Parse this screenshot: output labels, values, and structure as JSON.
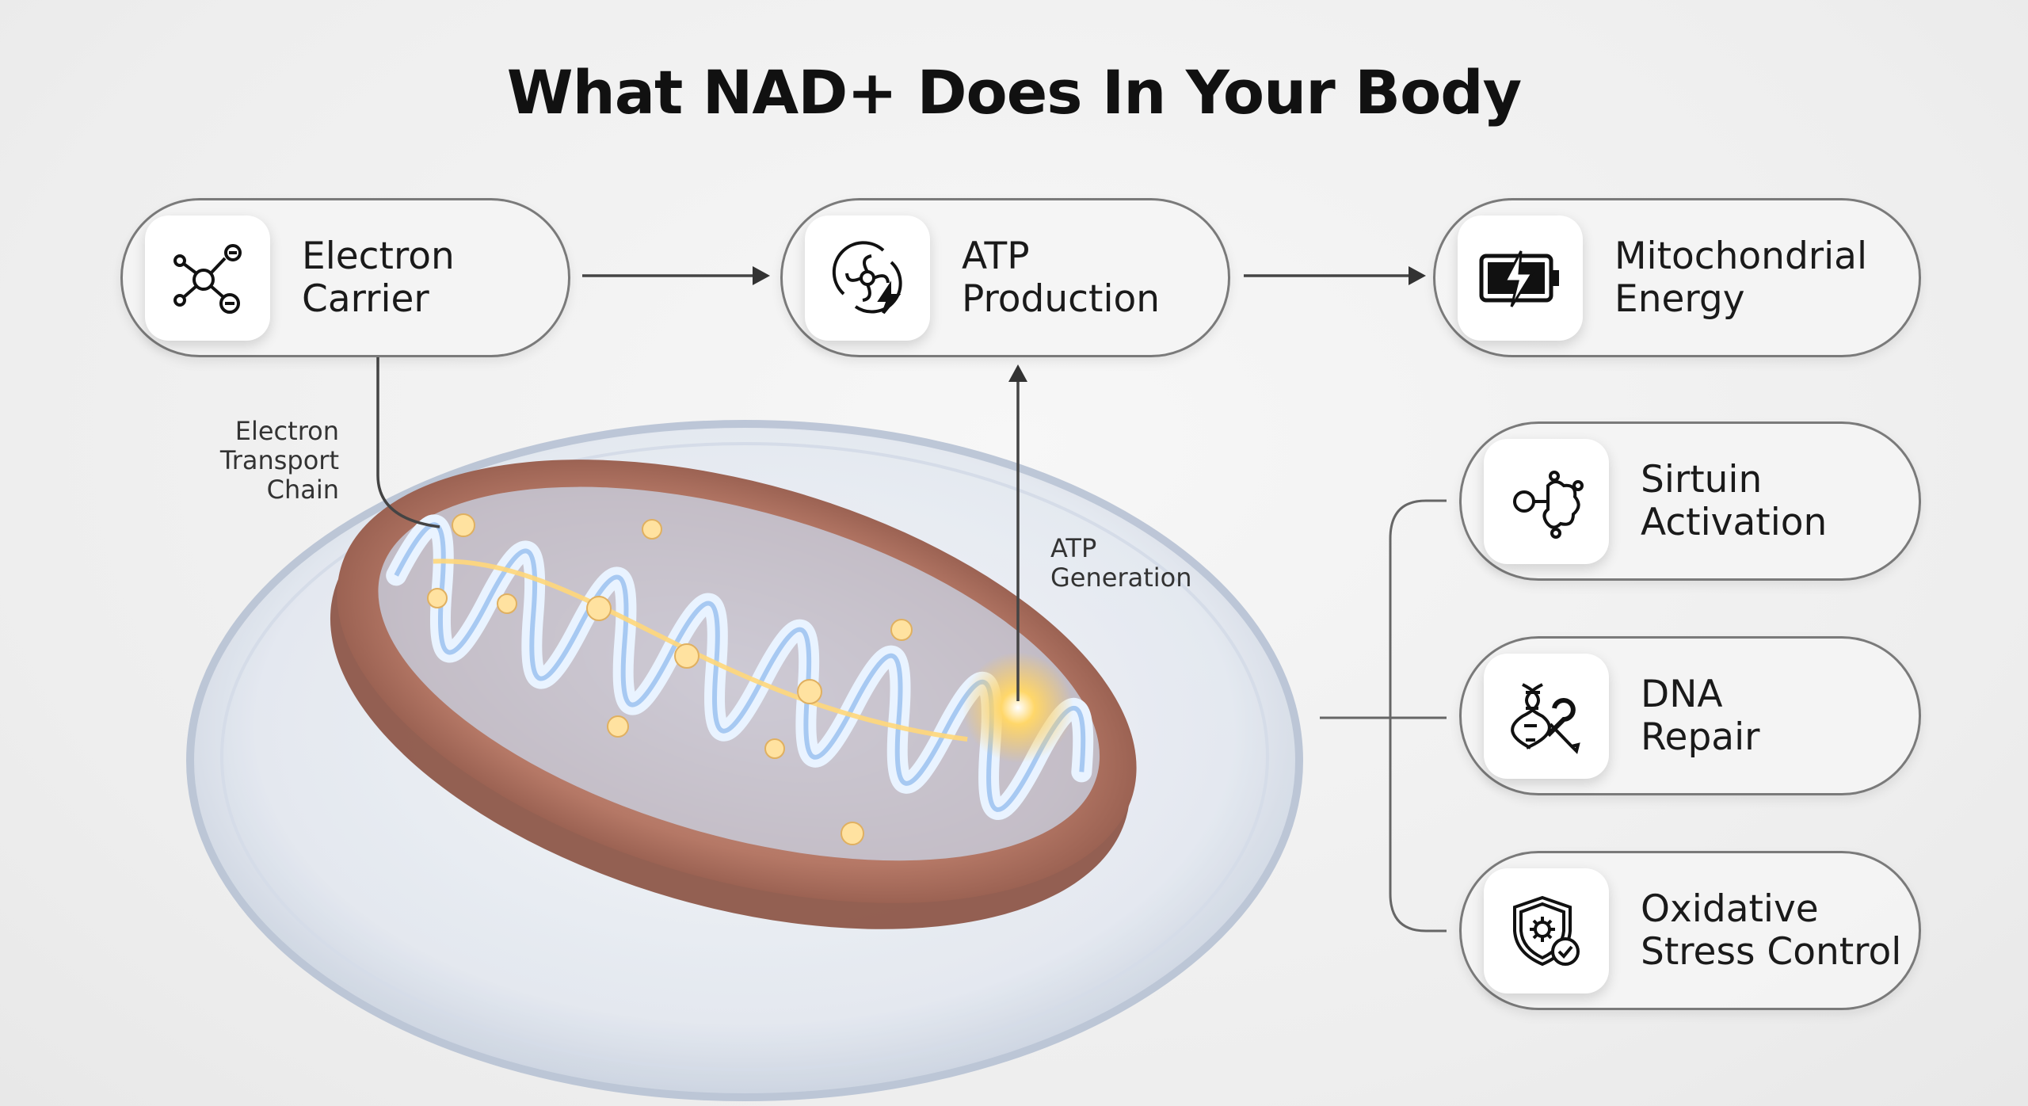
{
  "title": "What NAD+ Does In Your Body",
  "flow": [
    {
      "line1": "Electron",
      "line2": "Carrier",
      "icon": "molecule-electron-icon"
    },
    {
      "line1": "ATP",
      "line2": "Production",
      "icon": "turbine-lightning-icon"
    },
    {
      "line1": "Mitochondrial",
      "line2": "Energy",
      "icon": "battery-charging-icon"
    }
  ],
  "functions": [
    {
      "line1": "Sirtuin",
      "line2": "Activation",
      "icon": "key-enzyme-icon"
    },
    {
      "line1": "DNA",
      "line2": "Repair",
      "icon": "dna-wrench-icon"
    },
    {
      "line1": "Oxidative",
      "line2": "Stress Control",
      "icon": "shield-check-icon"
    }
  ],
  "annotations": {
    "etc": [
      "Electron",
      "Transport",
      "Chain"
    ],
    "atp_gen": [
      "ATP",
      "Generation"
    ]
  }
}
